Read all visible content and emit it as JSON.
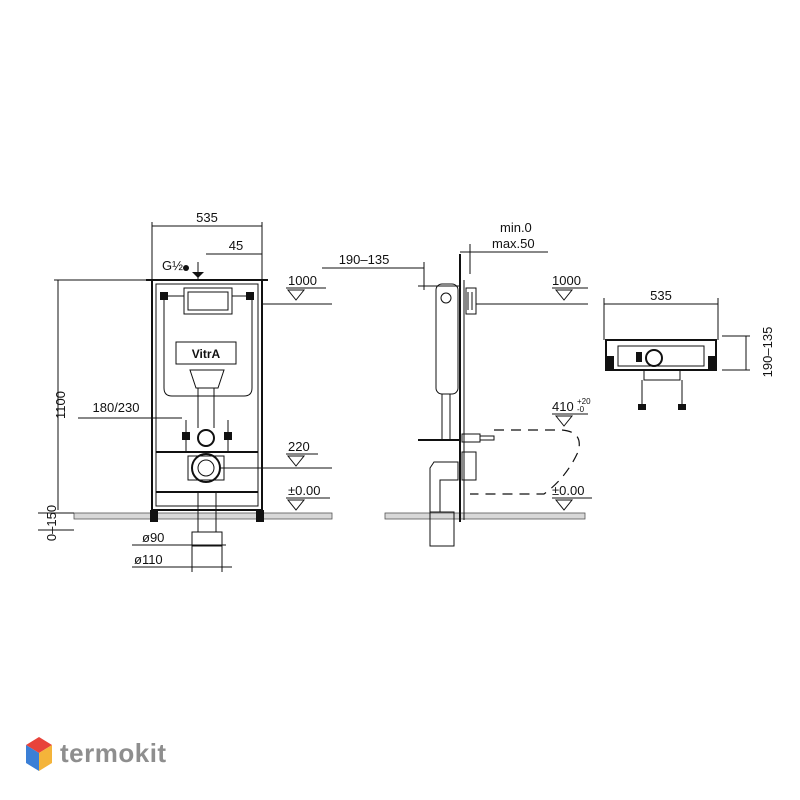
{
  "front_view": {
    "width_label": "535",
    "offset_label": "45",
    "inlet_label": "G½",
    "height_label": "1100",
    "adjust_label": "0–150",
    "level_top_label": "1000",
    "spacing_label": "180/230",
    "outlet_height_label": "220",
    "floor_level_label": "±0.00",
    "pipe_small_label": "ø90",
    "pipe_large_label": "ø110",
    "brand_label": "VitrA"
  },
  "side_view": {
    "depth_label": "190–135",
    "min_label": "min.0",
    "max_label": "max.50",
    "level_top_label": "1000",
    "bowl_height_label": "410",
    "bowl_tol_plus": "+20",
    "bowl_tol_minus": "-0",
    "floor_level_label": "±0.00"
  },
  "top_view": {
    "width_label": "535",
    "depth_label": "190–135"
  },
  "watermark": {
    "text": "termokit",
    "colors": [
      "#e8433a",
      "#3b7fd6",
      "#f4b43a"
    ]
  }
}
